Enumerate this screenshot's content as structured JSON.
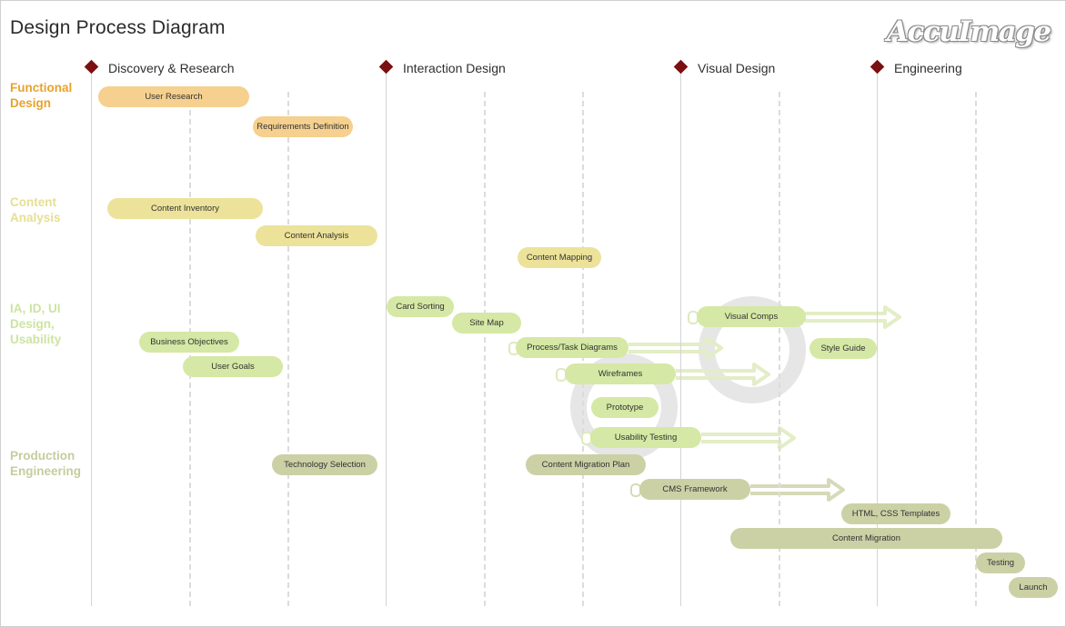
{
  "title": "Design Process Diagram",
  "logo_text": "AccuImage",
  "phases": [
    "Discovery & Research",
    "Interaction Design",
    "Visual Design",
    "Engineering"
  ],
  "rows": [
    {
      "label": "Functional Design",
      "color": "#e8a22a"
    },
    {
      "label": "Content Analysis",
      "color": "#e6df93"
    },
    {
      "label": "IA, ID, UI Design, Usability",
      "color": "#cde4a2"
    },
    {
      "label": "Production Engineering",
      "color": "#c6cc9d"
    }
  ],
  "tasks": [
    {
      "label": "User Research",
      "track": "Functional Design"
    },
    {
      "label": "Requirements Definition",
      "track": "Functional Design"
    },
    {
      "label": "Content Inventory",
      "track": "Content Analysis"
    },
    {
      "label": "Content Analysis",
      "track": "Content Analysis"
    },
    {
      "label": "Content Mapping",
      "track": "Content Analysis"
    },
    {
      "label": "Card Sorting",
      "track": "IA, ID, UI Design, Usability"
    },
    {
      "label": "Site Map",
      "track": "IA, ID, UI Design, Usability"
    },
    {
      "label": "Business Objectives",
      "track": "IA, ID, UI Design, Usability"
    },
    {
      "label": "User Goals",
      "track": "IA, ID, UI Design, Usability"
    },
    {
      "label": "Process/Task Diagrams",
      "track": "IA, ID, UI Design, Usability"
    },
    {
      "label": "Wireframes",
      "track": "IA, ID, UI Design, Usability"
    },
    {
      "label": "Visual Comps",
      "track": "IA, ID, UI Design, Usability"
    },
    {
      "label": "Style Guide",
      "track": "IA, ID, UI Design, Usability"
    },
    {
      "label": "Prototype",
      "track": "IA, ID, UI Design, Usability"
    },
    {
      "label": "Usability Testing",
      "track": "IA, ID, UI Design, Usability"
    },
    {
      "label": "Technology Selection",
      "track": "Production Engineering"
    },
    {
      "label": "Content Migration Plan",
      "track": "Production Engineering"
    },
    {
      "label": "CMS Framework",
      "track": "Production Engineering"
    },
    {
      "label": "HTML, CSS Templates",
      "track": "Production Engineering"
    },
    {
      "label": "Content Migration",
      "track": "Production Engineering"
    },
    {
      "label": "Testing",
      "track": "Production Engineering"
    },
    {
      "label": "Launch",
      "track": "Production Engineering"
    }
  ],
  "colors": {
    "milestone": "#7b1010",
    "functional": "#f5d08e",
    "content": "#ece29a",
    "ia": "#d5e8a5",
    "production": "#cbd1a5",
    "arrow": "#e3edc6",
    "cycle": "#e6e6e6"
  }
}
